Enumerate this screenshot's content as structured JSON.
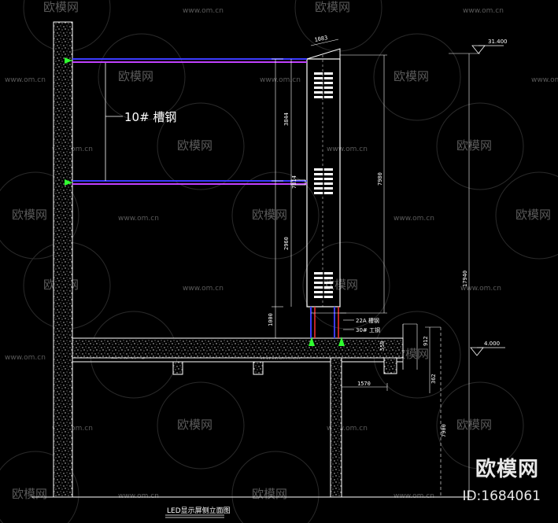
{
  "watermark": {
    "logo_text": "欧模网",
    "url_text": "www.om.cn",
    "brand": "欧模网",
    "id": "ID:1684061"
  },
  "drawing": {
    "title": "LED显示屏侧立面图",
    "channel_label": "10# 槽钢",
    "beam_label_1": "22A 槽钢",
    "beam_label_2": "30# 工钢",
    "top_width": "1083",
    "dims": {
      "upper_span": "3844",
      "mid_span": "7814",
      "lower_span": "2960",
      "base": "1000",
      "panel_height": "7980",
      "total_height": "17940",
      "projection": "1570",
      "slab": "550",
      "right_a": "912",
      "right_b": "362",
      "lower_height": "7900"
    },
    "elev_top": "31.400",
    "elev_roof": "4.000"
  },
  "colors": {
    "background": "#000000",
    "line": "#ffffff",
    "pipe_blue": "#3b3bff",
    "pipe_violet": "#c040ff",
    "red": "#ff3030",
    "green": "#30ff30",
    "watermark": "#5a5a5a"
  }
}
